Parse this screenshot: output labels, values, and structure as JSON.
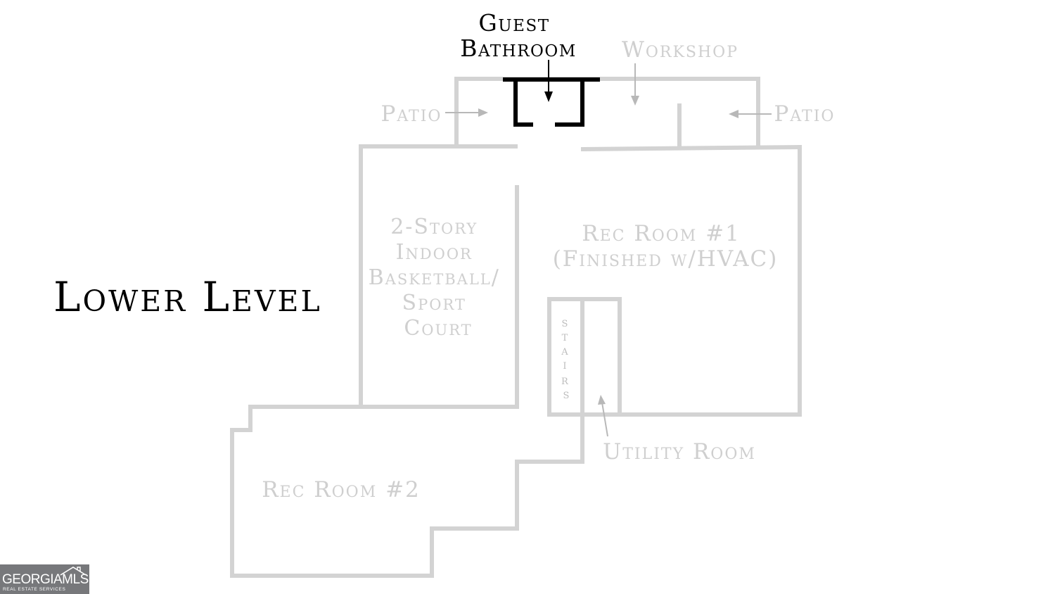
{
  "title": "Lower Level",
  "rooms": {
    "guest_bathroom": [
      "Guest",
      "Bathroom"
    ],
    "workshop": "Workshop",
    "patio_left": "Patio",
    "patio_right": "Patio",
    "sport_court": [
      "2-Story",
      "Indoor",
      "Basketball/",
      "Sport",
      "Court"
    ],
    "rec_room_1": [
      "Rec Room #1",
      "(Finished w/HVAC)"
    ],
    "stairs": [
      "S",
      "T",
      "A",
      "I",
      "R",
      "S"
    ],
    "utility_room": "Utility Room",
    "rec_room_2": "Rec Room #2"
  },
  "colors": {
    "walls": "#d3d3d3",
    "highlight": "#000000",
    "labels": "#cfcfcf",
    "logo_bg": "#77787b"
  },
  "logo": {
    "name": "GEORGIAMLS",
    "tagline": "REAL ESTATE SERVICES",
    "icon": "house-roof-icon"
  }
}
